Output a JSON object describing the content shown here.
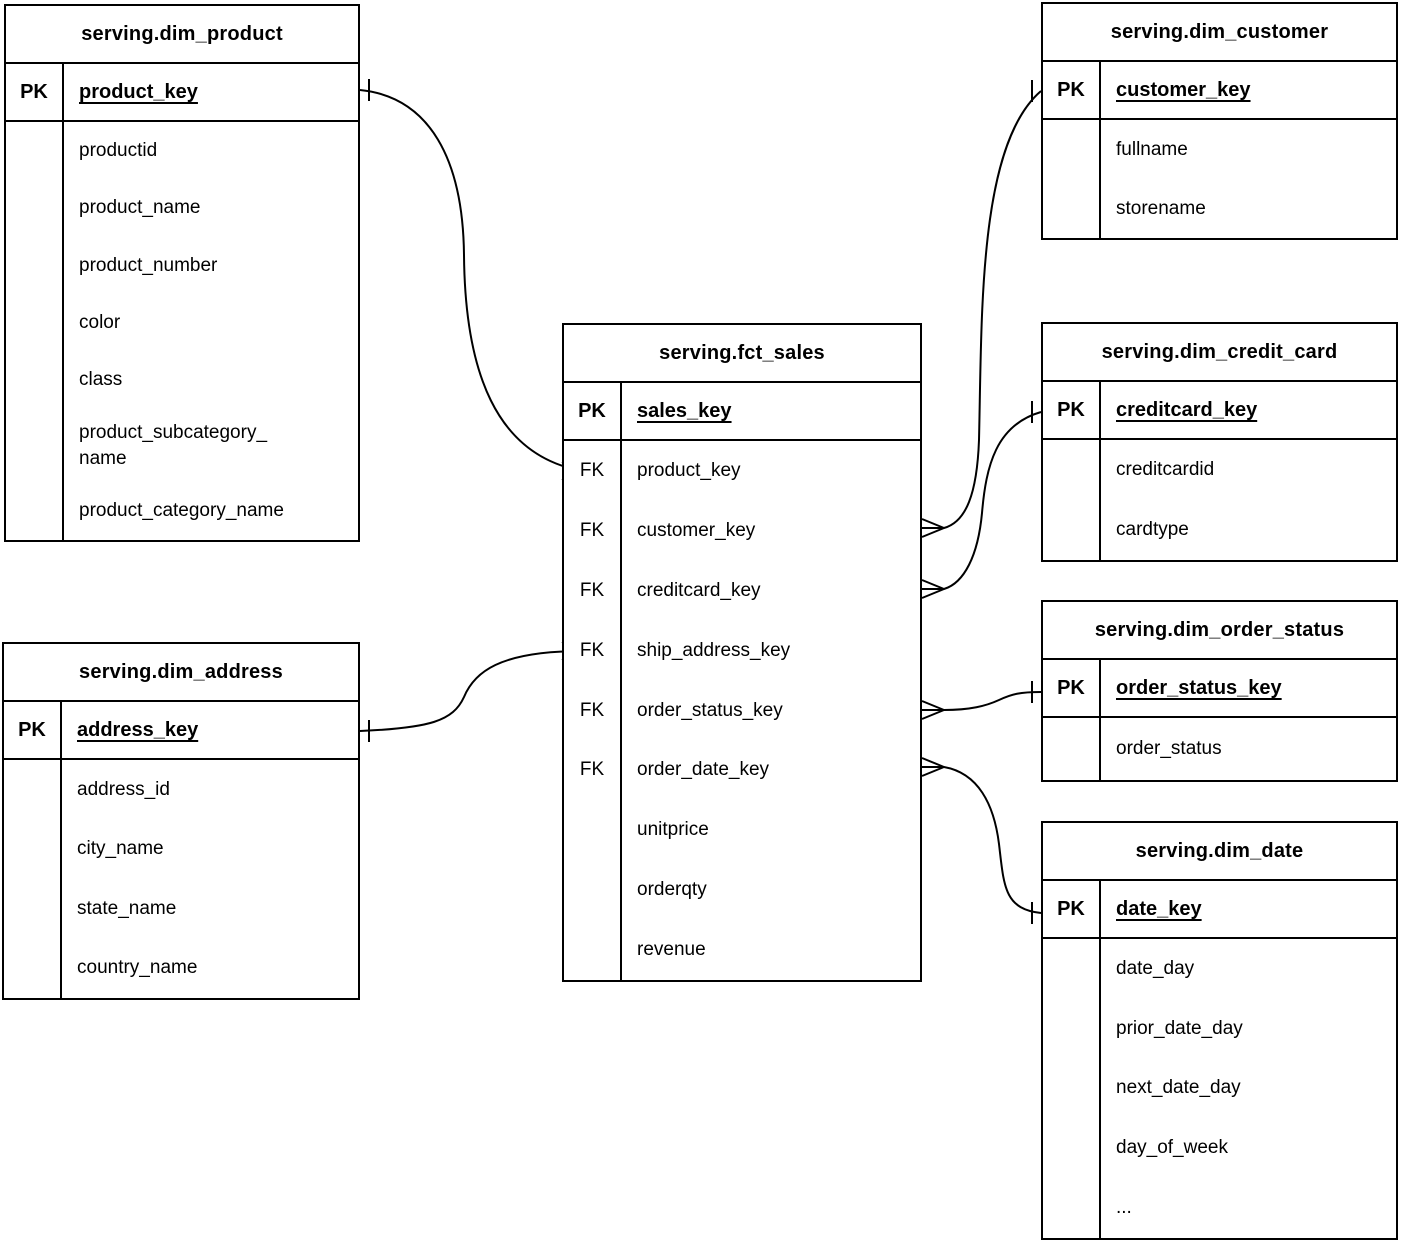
{
  "colors": {
    "line": "#000000",
    "background": "#ffffff",
    "text": "#000000"
  },
  "tables": [
    {
      "title": "serving.dim_product",
      "pk_key": "PK",
      "pk_field": "product_key",
      "rows": [
        {
          "k": "",
          "f": "productid"
        },
        {
          "k": "",
          "f": "product_name"
        },
        {
          "k": "",
          "f": "product_number"
        },
        {
          "k": "",
          "f": "color"
        },
        {
          "k": "",
          "f": "class"
        },
        {
          "k": "",
          "f": "product_subcategory_\nname"
        },
        {
          "k": "",
          "f": "product_category_name"
        }
      ]
    },
    {
      "title": "serving.dim_customer",
      "pk_key": "PK",
      "pk_field": "customer_key",
      "rows": [
        {
          "k": "",
          "f": "fullname"
        },
        {
          "k": "",
          "f": "storename"
        }
      ]
    },
    {
      "title": "serving.fct_sales",
      "pk_key": "PK",
      "pk_field": "sales_key",
      "rows": [
        {
          "k": "FK",
          "f": "product_key"
        },
        {
          "k": "FK",
          "f": "customer_key"
        },
        {
          "k": "FK",
          "f": "creditcard_key"
        },
        {
          "k": "FK",
          "f": "ship_address_key"
        },
        {
          "k": "FK",
          "f": "order_status_key"
        },
        {
          "k": "FK",
          "f": "order_date_key"
        },
        {
          "k": "",
          "f": "unitprice"
        },
        {
          "k": "",
          "f": "orderqty"
        },
        {
          "k": "",
          "f": "revenue"
        }
      ]
    },
    {
      "title": "serving.dim_credit_card",
      "pk_key": "PK",
      "pk_field": "creditcard_key",
      "rows": [
        {
          "k": "",
          "f": "creditcardid"
        },
        {
          "k": "",
          "f": "cardtype"
        }
      ]
    },
    {
      "title": "serving.dim_order_status",
      "pk_key": "PK",
      "pk_field": "order_status_key",
      "rows": [
        {
          "k": "",
          "f": "order_status"
        }
      ]
    },
    {
      "title": "serving.dim_date",
      "pk_key": "PK",
      "pk_field": "date_key",
      "rows": [
        {
          "k": "",
          "f": "date_day"
        },
        {
          "k": "",
          "f": "prior_date_day"
        },
        {
          "k": "",
          "f": "next_date_day"
        },
        {
          "k": "",
          "f": "day_of_week"
        },
        {
          "k": "",
          "f": "..."
        }
      ]
    },
    {
      "title": "serving.dim_address",
      "pk_key": "PK",
      "pk_field": "address_key",
      "rows": [
        {
          "k": "",
          "f": "address_id"
        },
        {
          "k": "",
          "f": "city_name"
        },
        {
          "k": "",
          "f": "state_name"
        },
        {
          "k": "",
          "f": "country_name"
        }
      ]
    }
  ],
  "relationships": [
    {
      "fact_table": "serving.fct_sales",
      "fact_field": "product_key",
      "dim_table": "serving.dim_product",
      "dim_field": "product_key",
      "fact_cardinality": "many",
      "dim_cardinality": "one"
    },
    {
      "fact_table": "serving.fct_sales",
      "fact_field": "customer_key",
      "dim_table": "serving.dim_customer",
      "dim_field": "customer_key",
      "fact_cardinality": "many",
      "dim_cardinality": "one"
    },
    {
      "fact_table": "serving.fct_sales",
      "fact_field": "creditcard_key",
      "dim_table": "serving.dim_credit_card",
      "dim_field": "creditcard_key",
      "fact_cardinality": "many",
      "dim_cardinality": "one"
    },
    {
      "fact_table": "serving.fct_sales",
      "fact_field": "ship_address_key",
      "dim_table": "serving.dim_address",
      "dim_field": "address_key",
      "fact_cardinality": "many",
      "dim_cardinality": "one"
    },
    {
      "fact_table": "serving.fct_sales",
      "fact_field": "order_status_key",
      "dim_table": "serving.dim_order_status",
      "dim_field": "order_status_key",
      "fact_cardinality": "many",
      "dim_cardinality": "one"
    },
    {
      "fact_table": "serving.fct_sales",
      "fact_field": "order_date_key",
      "dim_table": "serving.dim_date",
      "dim_field": "date_key",
      "fact_cardinality": "many",
      "dim_cardinality": "one"
    }
  ]
}
